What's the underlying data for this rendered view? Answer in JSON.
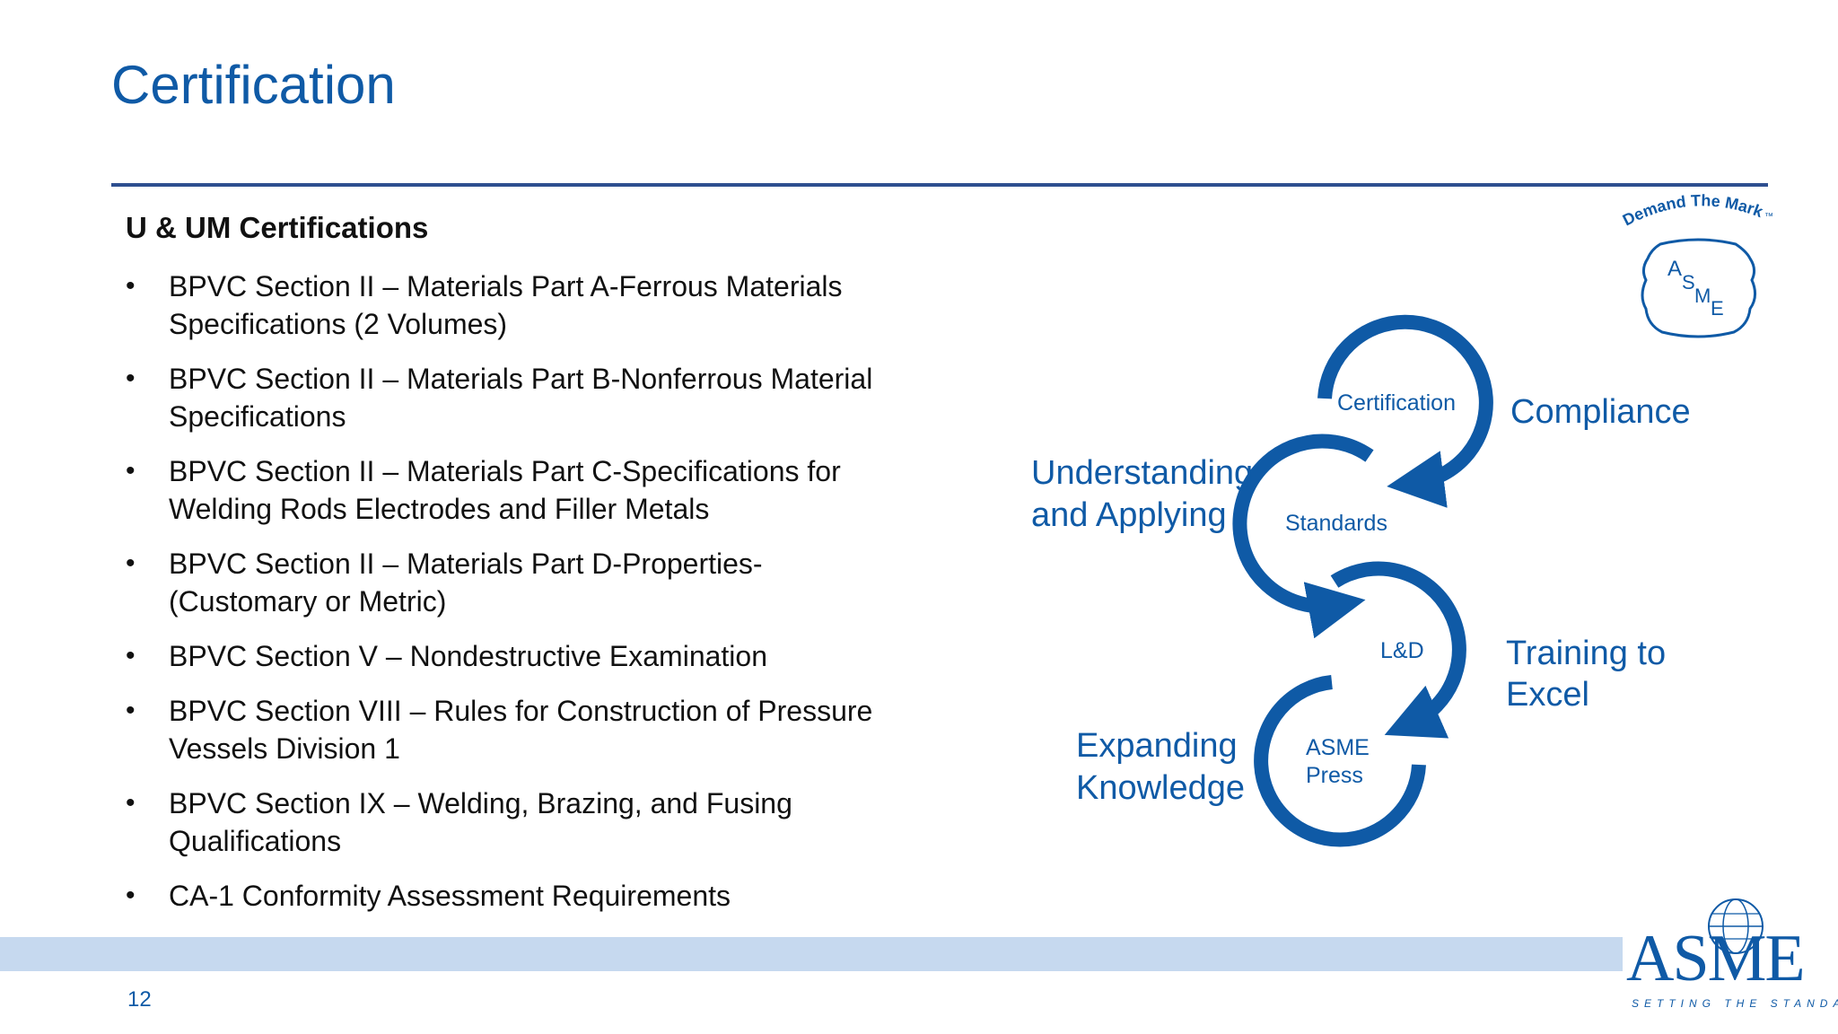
{
  "slide": {
    "title": "Certification",
    "page_number": "12"
  },
  "content": {
    "heading": "U & UM Certifications",
    "bullets": [
      {
        "line1": "BPVC Section II – Materials Part A-Ferrous Materials",
        "line2": "Specifications (2 Volumes)"
      },
      {
        "line1": "BPVC Section II – Materials Part B-Nonferrous Material",
        "line2": "Specifications"
      },
      {
        "line1": "BPVC Section II – Materials Part C-Specifications for",
        "line2": "Welding Rods Electrodes and Filler Metals"
      },
      {
        "line1": "BPVC Section II – Materials Part D-Properties-",
        "line2": "(Customary or Metric)"
      },
      {
        "line1": "BPVC Section V – Nondestructive Examination",
        "line2": ""
      },
      {
        "line1": "BPVC Section VIII – Rules for Construction of Pressure",
        "line2": "Vessels Division 1"
      },
      {
        "line1": "BPVC Section IX – Welding, Brazing, and Fusing",
        "line2": "Qualifications"
      },
      {
        "line1": "CA-1 Conformity Assessment Requirements",
        "line2": ""
      }
    ],
    "bullet_glyph": "•"
  },
  "diagram": {
    "loops": [
      "Certification",
      "Standards",
      "L&D",
      "ASME",
      "Press"
    ],
    "outcomes": {
      "compliance": "Compliance",
      "understanding_1": "Understanding",
      "understanding_2": "and Applying",
      "training_1": "Training to",
      "training_2": "Excel",
      "expanding_1": "Expanding",
      "expanding_2": "Knowledge"
    }
  },
  "badge": {
    "arc_text": "Demand The Mark",
    "tm": "™",
    "letters": [
      "A",
      "S",
      "M",
      "E"
    ]
  },
  "logo": {
    "wordmark": "ASME",
    "tagline": "SETTING THE STANDARD"
  },
  "colors": {
    "brand_blue": "#0f5aa6",
    "rule_blue": "#2e4f90",
    "band_light": "#c6d9ef",
    "text": "#111111"
  }
}
